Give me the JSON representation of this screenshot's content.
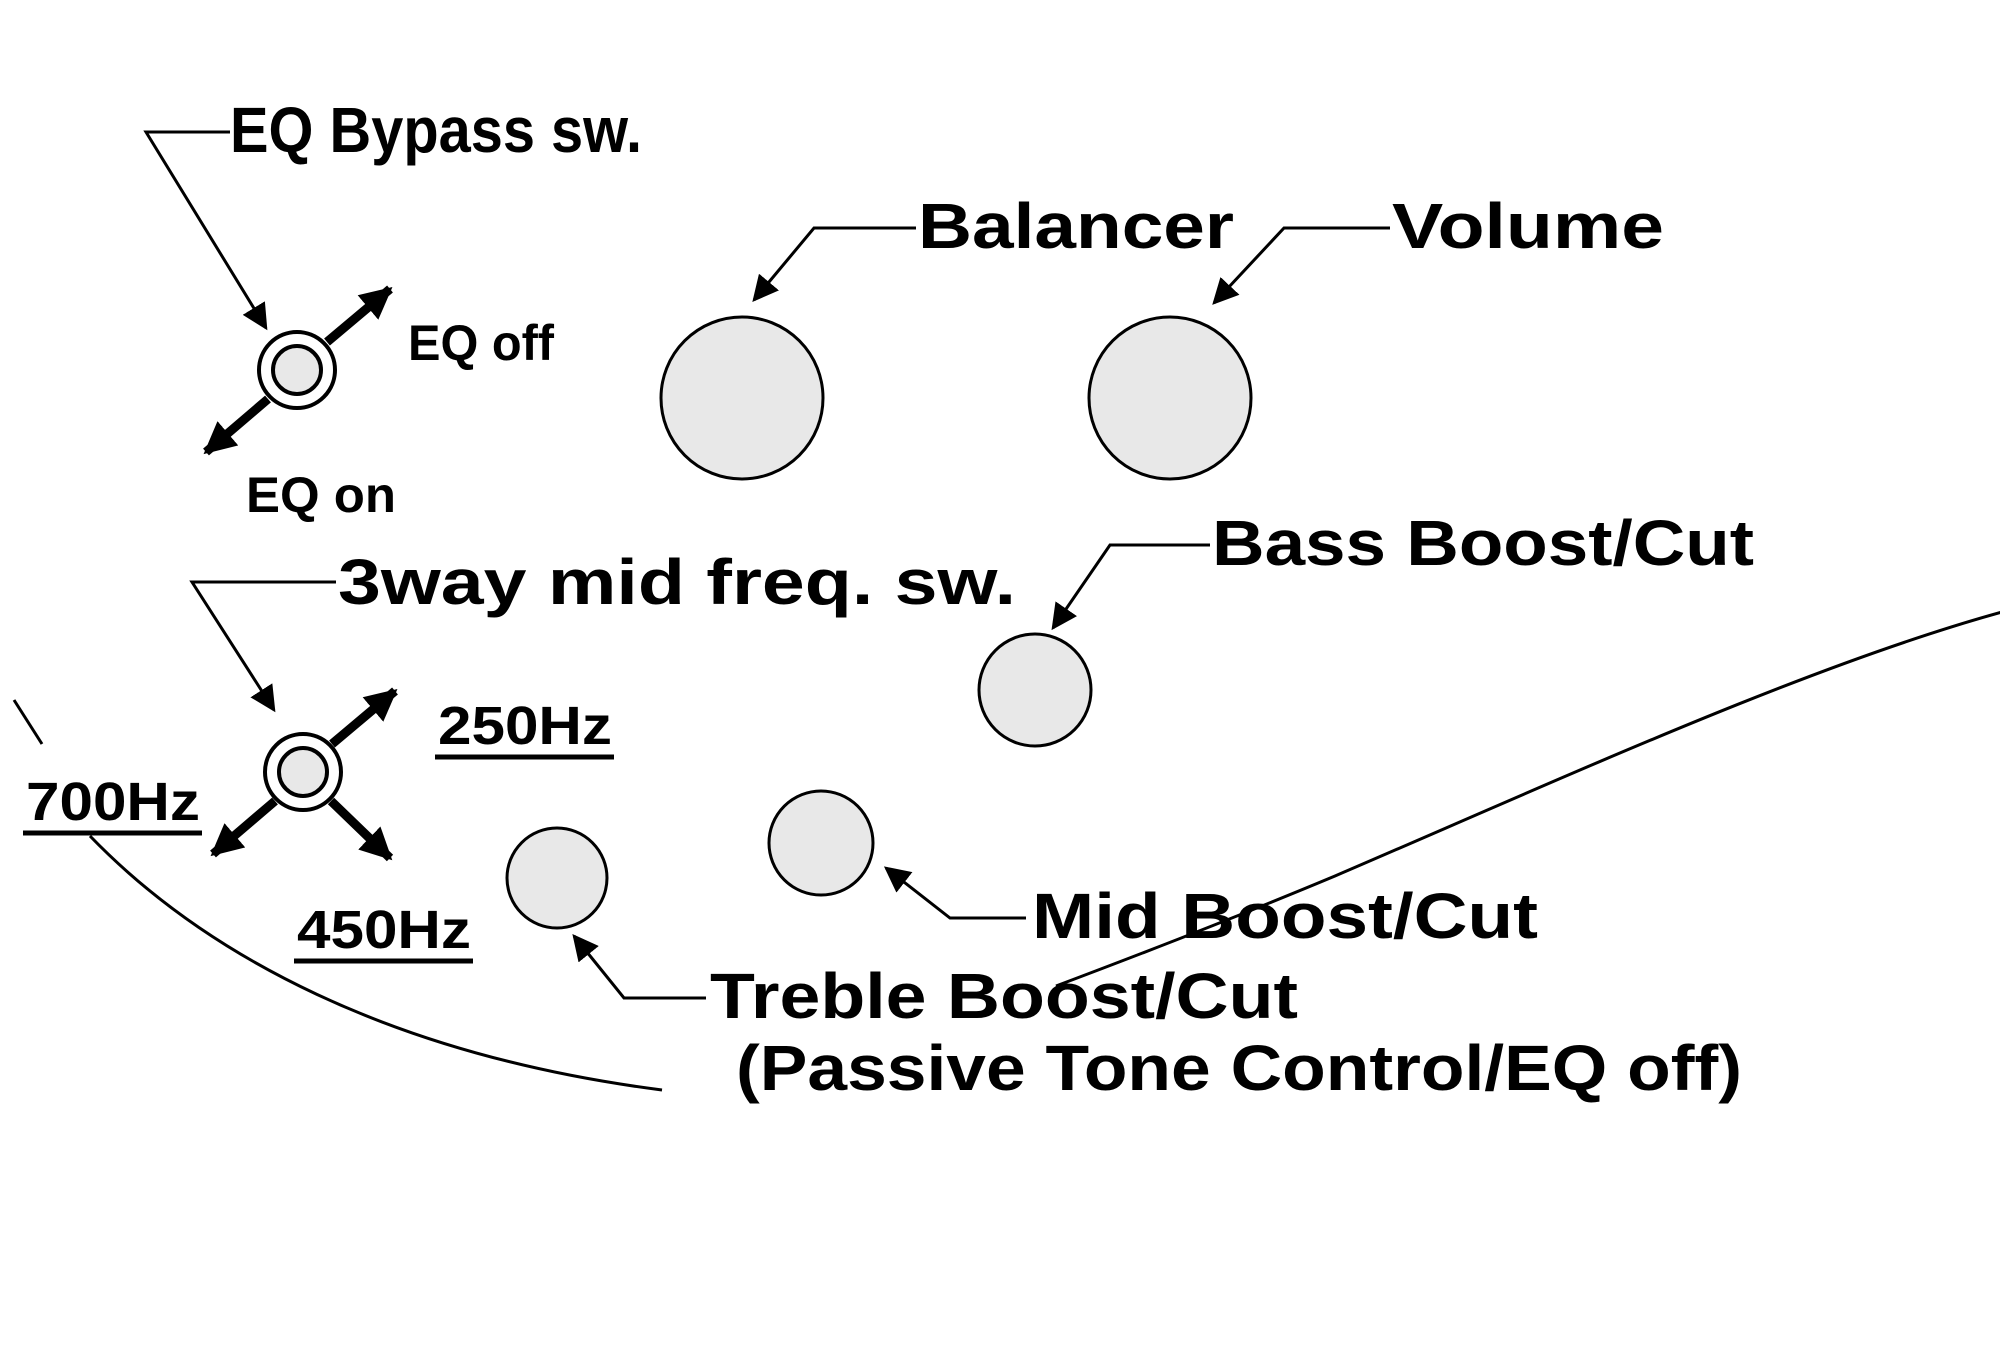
{
  "diagram": {
    "controls": {
      "eq_bypass_switch": {
        "label": "EQ Bypass sw.",
        "positions": {
          "off": "EQ off",
          "on": "EQ on"
        }
      },
      "balancer": {
        "label": "Balancer"
      },
      "volume": {
        "label": "Volume"
      },
      "bass": {
        "label": "Bass Boost/Cut"
      },
      "mid_freq_switch": {
        "label": "3way mid freq. sw.",
        "positions": {
          "p250": "250Hz",
          "p450": "450Hz",
          "p700": "700Hz"
        }
      },
      "mid": {
        "label": "Mid Boost/Cut"
      },
      "treble": {
        "label": "Treble Boost/Cut",
        "sublabel": "(Passive Tone Control/EQ off)"
      }
    },
    "colors": {
      "knob_fill": "#e8e8e8",
      "line": "#000000",
      "background": "#ffffff"
    }
  }
}
